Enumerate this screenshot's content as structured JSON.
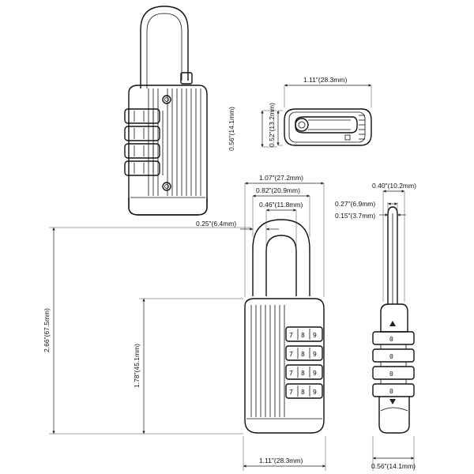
{
  "colors": {
    "stroke": "#111111",
    "background": "#ffffff"
  },
  "dimensions": {
    "top_width": "1.11\"(28.3mm)",
    "top_height_outer": "0.52\"(13.2mm)",
    "top_height_inner": "0.56\"(14.1mm)",
    "body_width": "1.07\"(27.2mm)",
    "shackle_outer_width": "0.82\"(20.9mm)",
    "shackle_inner_width": "0.46\"(11.8mm)",
    "shackle_diameter": "0.25\"(6.4mm)",
    "overall_height": "2.66\"(67.5mm)",
    "body_height": "1.78\"(45.1mm)",
    "base_width": "1.11\"(28.3mm)",
    "side_width_top": "0.40\"(10.2mm)",
    "side_shackle_width": "0.27\"(6.9mm)",
    "side_shackle_inner": "0.15\"(3.7mm)",
    "side_base_width": "0.56\"(14.1mm)"
  },
  "dials": {
    "front": [
      "7",
      "8",
      "9"
    ],
    "side": [
      "0",
      "0",
      "0",
      "0"
    ]
  }
}
